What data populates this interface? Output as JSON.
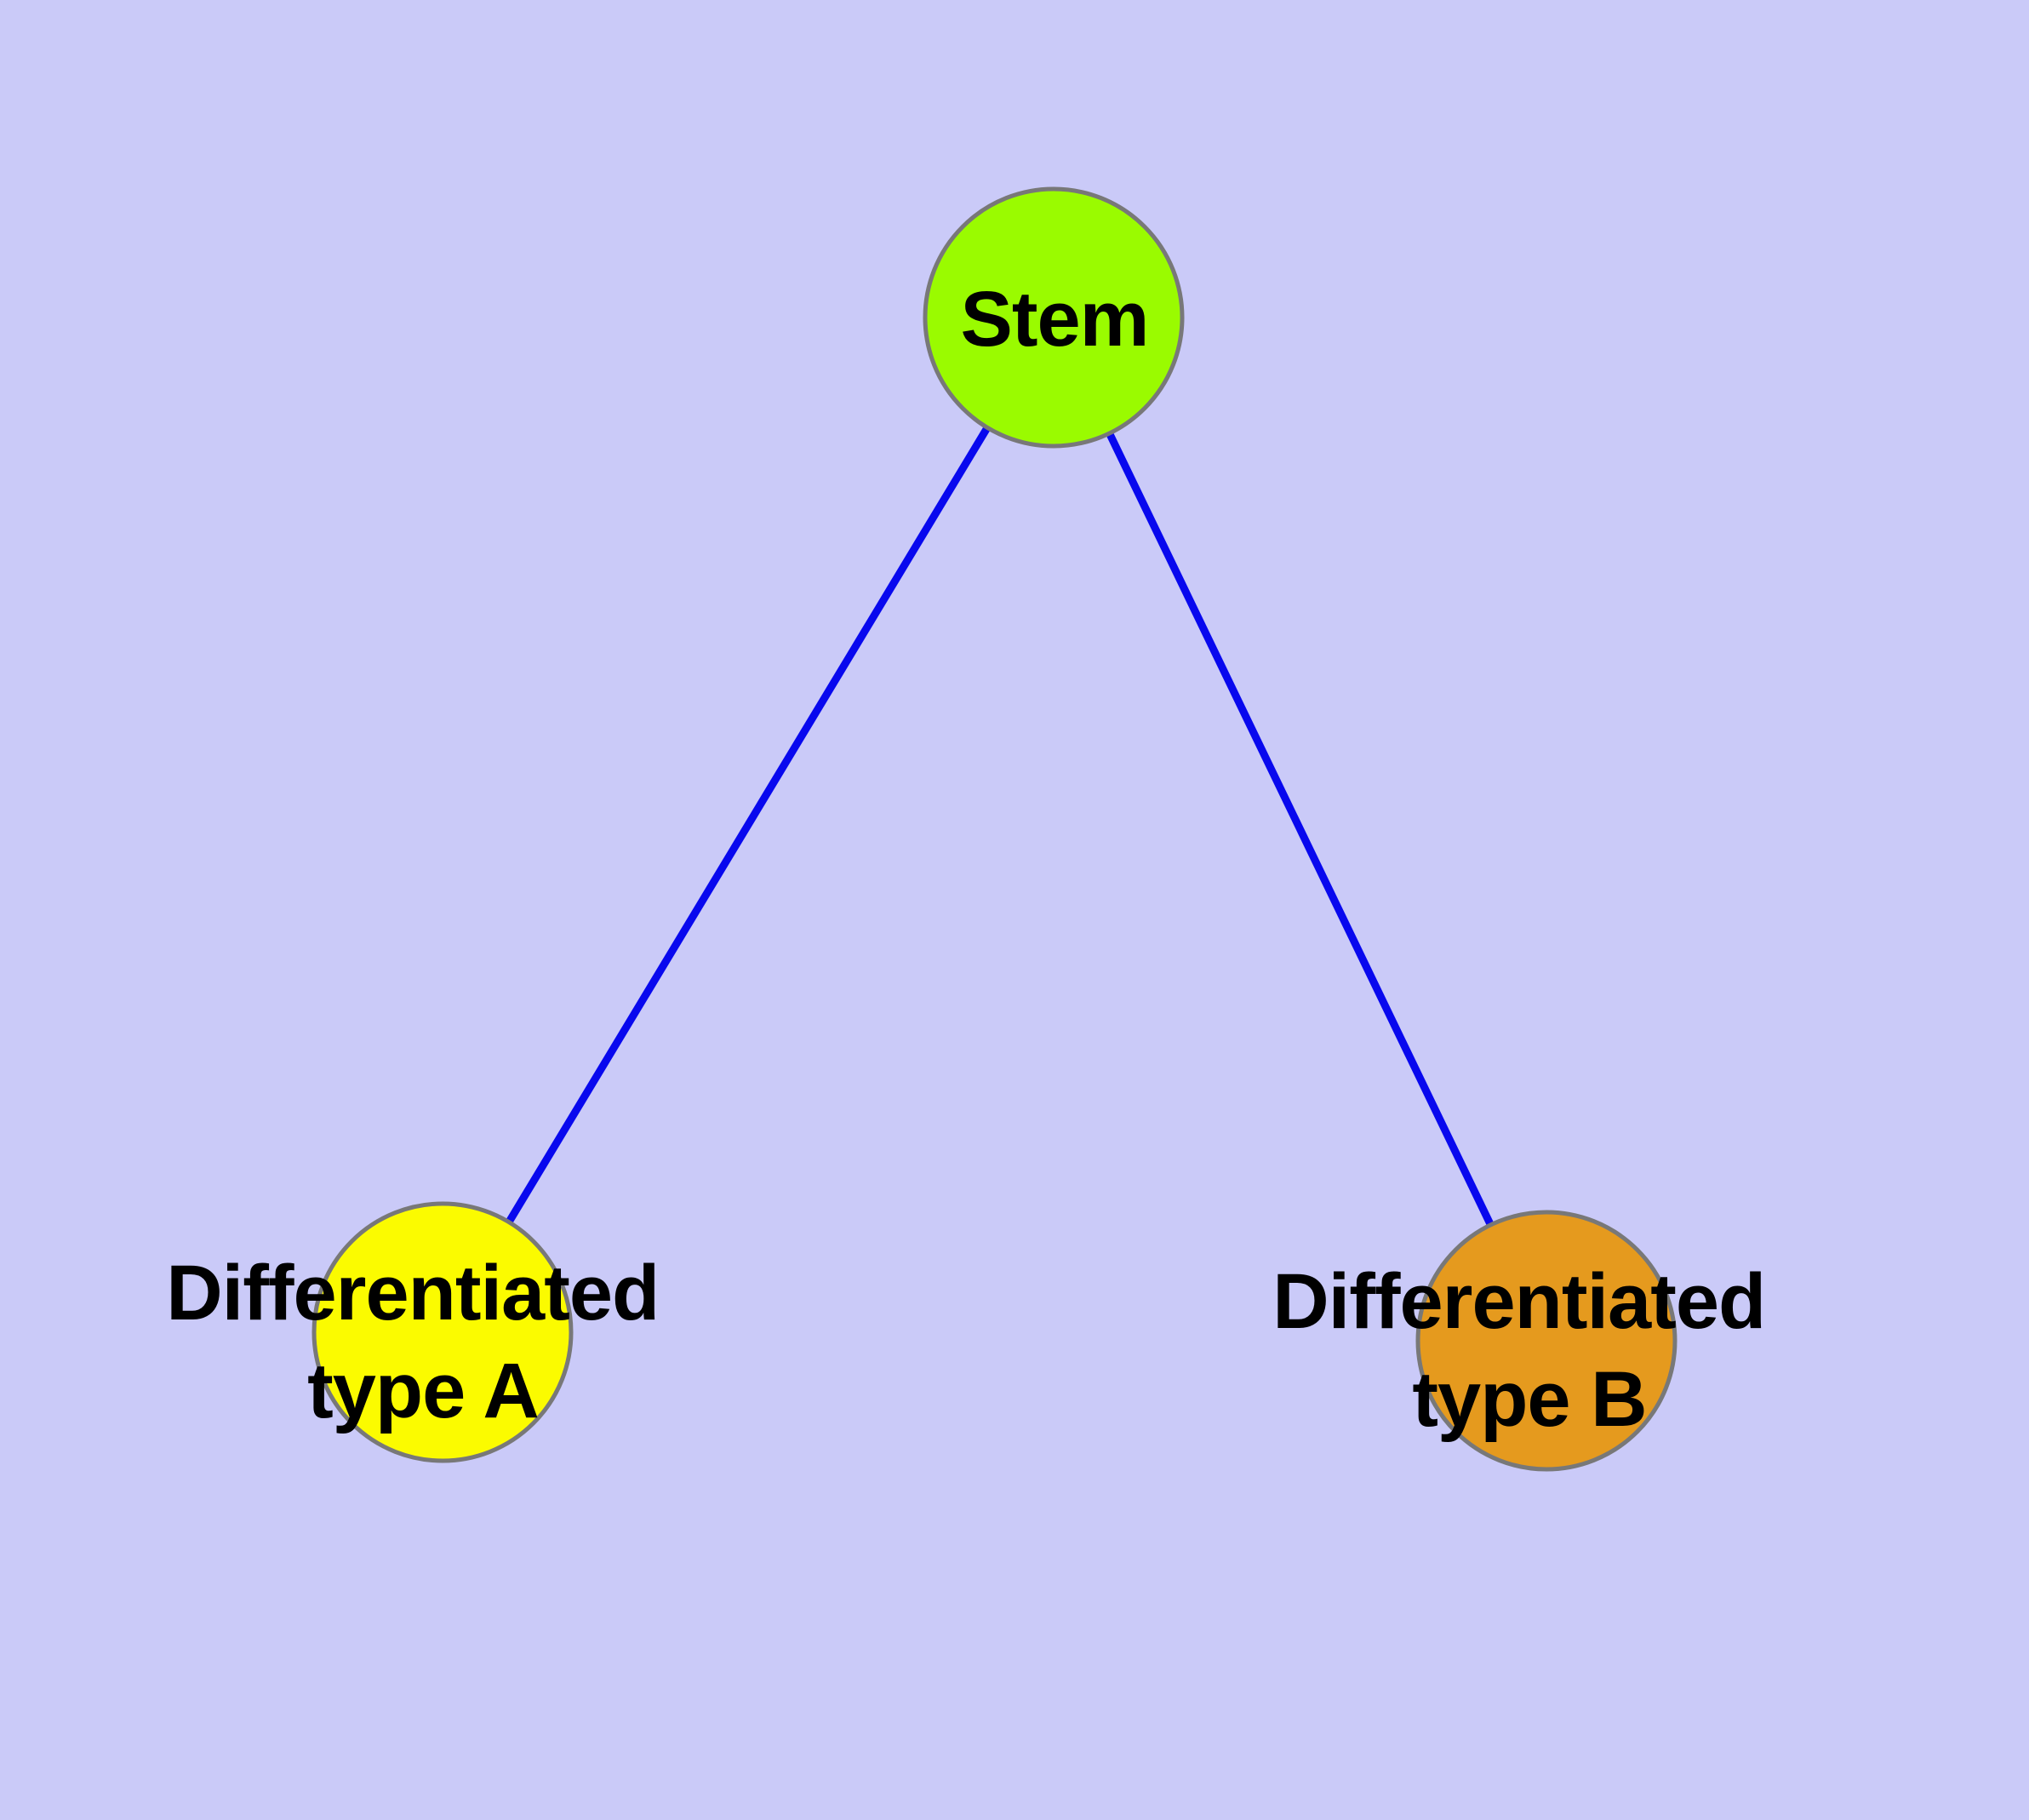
{
  "diagram": {
    "title": "",
    "background_color": "#CACAF8",
    "edge_color": "#0808EE",
    "node_border_color": "#787878",
    "text_color": "#000000",
    "nodes": [
      {
        "id": "stem",
        "label": "Stem",
        "label_lines": [
          "Stem"
        ],
        "fill_color": "#9AFB00"
      },
      {
        "id": "differentiated-type-a",
        "label": "Differentiated type A",
        "label_lines": [
          "Differentiated",
          "type A"
        ],
        "fill_color": "#FBFB00"
      },
      {
        "id": "differentiated-type-b",
        "label": "Differentiated type B",
        "label_lines": [
          "Differentiated",
          "type B"
        ],
        "fill_color": "#E59A1E"
      }
    ],
    "edges": [
      {
        "from": "Stem",
        "to": "Differentiated type A"
      },
      {
        "from": "Stem",
        "to": "Differentiated type B"
      }
    ]
  }
}
